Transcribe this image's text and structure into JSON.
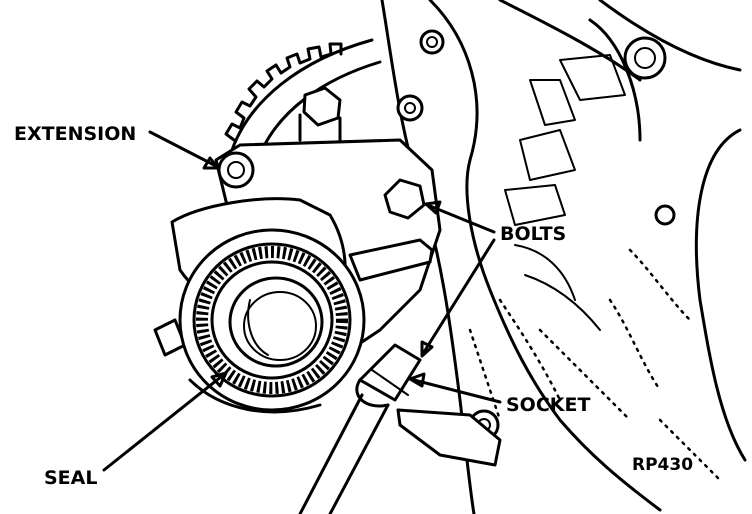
{
  "labels": {
    "extension": "EXTENSION",
    "bolts": "BOLTS",
    "socket": "SOCKET",
    "seal": "SEAL",
    "figure_code": "RP430"
  }
}
